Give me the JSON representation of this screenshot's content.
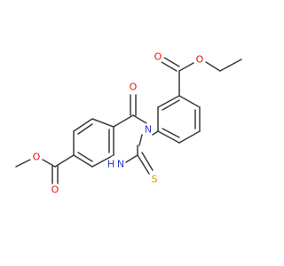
{
  "structure": {
    "atom_labels": {
      "o_ketone": "O",
      "n3": "N",
      "nh1": "H",
      "nh1_n": "N",
      "s_thione": "S",
      "o_ester_left_carbonyl": "O",
      "o_ester_left_ether": "O",
      "o_ester_right_carbonyl": "O",
      "o_ester_right_ether": "O"
    },
    "colors": {
      "bond": "#3a3a3a",
      "oxygen": "#e8180c",
      "nitrogen": "#2a3ad6",
      "sulfur": "#c8a400"
    }
  }
}
